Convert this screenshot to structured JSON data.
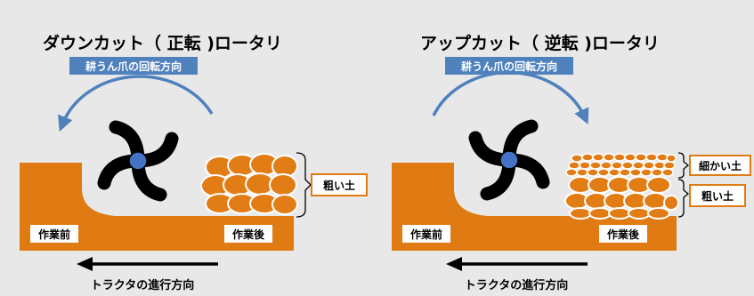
{
  "left": {
    "title": "ダウンカット（ 正転 )ロータリ",
    "rotation_label": "耕うん爪の回転方向",
    "before_label": "作業前",
    "after_label": "作業後",
    "soil_label": "粗い土",
    "direction_label": "トラクタの進行方向"
  },
  "right": {
    "title": "アップカット（ 逆転 )ロータリ",
    "rotation_label": "耕うん爪の回転方向",
    "before_label": "作業前",
    "after_label": "作業後",
    "fine_soil_label": "細かい土",
    "coarse_soil_label": "粗い土",
    "direction_label": "トラクタの進行方向"
  },
  "colors": {
    "soil": "#e07a12",
    "soil_clod": "#e27d16",
    "rotation_arc": "#4f81bd",
    "rotation_label_bg": "#4f81bd",
    "hub": "#4472c4",
    "blade": "#000000",
    "background": "#e8e8e8"
  },
  "icons": {
    "rotor": "four-blade-rotor-icon",
    "rotation": "curved-arrow-icon",
    "direction": "left-arrow-icon"
  }
}
